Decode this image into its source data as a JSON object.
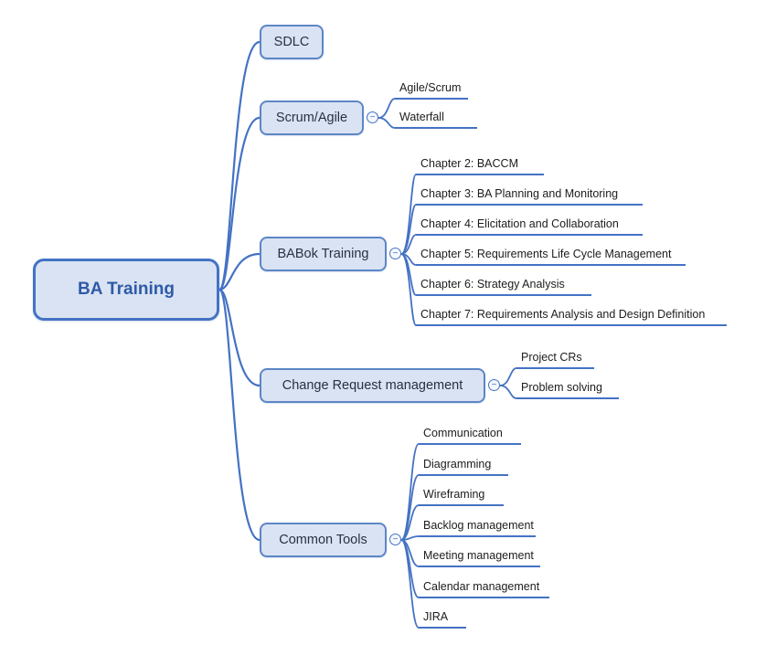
{
  "root": {
    "label": "BA Training"
  },
  "branches": [
    {
      "label": "SDLC",
      "children": []
    },
    {
      "label": "Scrum/Agile",
      "children": [
        {
          "label": "Agile/Scrum"
        },
        {
          "label": "Waterfall"
        }
      ]
    },
    {
      "label": "BABok Training",
      "children": [
        {
          "label": "Chapter 2: BACCM"
        },
        {
          "label": "Chapter 3: BA Planning and Monitoring"
        },
        {
          "label": "Chapter 4: Elicitation and Collaboration"
        },
        {
          "label": "Chapter 5: Requirements Life Cycle Management"
        },
        {
          "label": "Chapter 6: Strategy Analysis"
        },
        {
          "label": "Chapter 7: Requirements Analysis and Design Definition"
        }
      ]
    },
    {
      "label": "Change Request management",
      "children": [
        {
          "label": "Project CRs"
        },
        {
          "label": "Problem solving"
        }
      ]
    },
    {
      "label": "Common Tools",
      "children": [
        {
          "label": "Communication"
        },
        {
          "label": "Diagramming"
        },
        {
          "label": "Wireframing"
        },
        {
          "label": "Backlog management"
        },
        {
          "label": "Meeting management"
        },
        {
          "label": "Calendar management"
        },
        {
          "label": "JIRA"
        }
      ]
    }
  ],
  "ui": {
    "collapse_glyph": "−"
  },
  "colors": {
    "accent": "#4472C4",
    "node_fill": "#DAE3F3",
    "node_border": "#5D86C5",
    "root_text": "#2E5AA8",
    "leaf_text": "#1C1C1C"
  }
}
